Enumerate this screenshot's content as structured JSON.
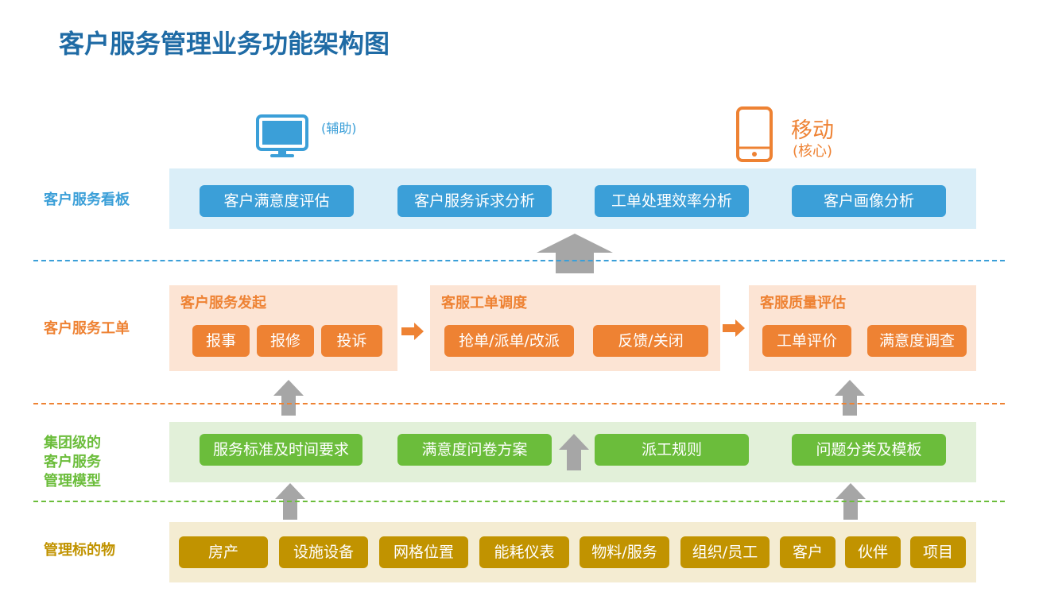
{
  "title": "客户服务管理业务功能架构图",
  "devices": {
    "desktop": {
      "label": "(辅助)",
      "icon": "monitor-icon"
    },
    "mobile": {
      "label": "移动",
      "sublabel": "(核心)",
      "icon": "phone-icon"
    }
  },
  "colors": {
    "title": "#1f6ba5",
    "dashboard": "#3b9fd8",
    "workorder": "#ee8233",
    "model": "#6bbd3b",
    "objects": "#c19300",
    "arrow": "#a6a6a6"
  },
  "rows": {
    "dashboard": {
      "label": "客户服务看板",
      "items": [
        "客户满意度评估",
        "客户服务诉求分析",
        "工单处理效率分析",
        "客户画像分析"
      ]
    },
    "workorder": {
      "label": "客户服务工单",
      "groups": [
        {
          "title": "客户服务发起",
          "items": [
            "报事",
            "报修",
            "投诉"
          ]
        },
        {
          "title": "客服工单调度",
          "items": [
            "抢单/派单/改派",
            "反馈/关闭"
          ]
        },
        {
          "title": "客服质量评估",
          "items": [
            "工单评价",
            "满意度调查"
          ]
        }
      ]
    },
    "model": {
      "label_lines": [
        "集团级的",
        "客户服务",
        "管理模型"
      ],
      "items": [
        "服务标准及时间要求",
        "满意度问卷方案",
        "派工规则",
        "问题分类及模板"
      ]
    },
    "objects": {
      "label": "管理标的物",
      "items": [
        "房产",
        "设施设备",
        "网格位置",
        "能耗仪表",
        "物料/服务",
        "组织/员工",
        "客户",
        "伙伴",
        "项目"
      ]
    }
  }
}
